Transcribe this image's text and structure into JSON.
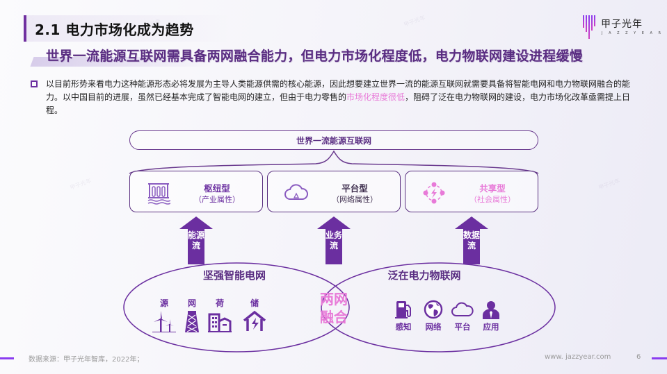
{
  "header": {
    "section_title": "2.1 电力市场化成为趋势",
    "subtitle": "世界一流能源互联网需具备两网融合能力，但电力市场化程度低，电力物联网建设进程缓慢"
  },
  "logo": {
    "name": "甲子光年",
    "sub": "J A Z Z Y E A R"
  },
  "paragraph": {
    "before": "以目前形势来看电力这种能源形态必将发展为主导人类能源供需的核心能源，因此想要建立世界一流的能源互联网就需要具备将智能电网和电力物联网融合的能力。以中国目前的进展，虽然已经基本完成了智能电网的建立，但由于电力零售的",
    "highlight": "市场化程度很低",
    "after": "，阻碍了泛在电力物联网的建设，电力市场化改革亟需提上日程。"
  },
  "diagram": {
    "top_label": "世界一流能源互联网",
    "cards": [
      {
        "title": "枢纽型",
        "sub": "（产业属性）",
        "icon": "dam-icon"
      },
      {
        "title": "平台型",
        "sub": "（网络属性）",
        "icon": "cloud-recycle-icon"
      },
      {
        "title": "共享型",
        "sub": "（社会属性）",
        "icon": "share-network-icon"
      }
    ],
    "arrows": [
      {
        "label": "能源流"
      },
      {
        "label": "业务流"
      },
      {
        "label": "数据流"
      }
    ],
    "left_circle": {
      "title": "坚强智能电网",
      "items": [
        {
          "label": "源",
          "icon": "wind-turbine-icon"
        },
        {
          "label": "网",
          "icon": "transmission-tower-icon"
        },
        {
          "label": "荷",
          "icon": "building-icon"
        },
        {
          "label": "储",
          "icon": "house-lightning-icon"
        }
      ]
    },
    "merge_label_1": "两网",
    "merge_label_2": "融合",
    "right_circle": {
      "title": "泛在电力物联网",
      "items": [
        {
          "label": "感知",
          "icon": "fuel-pump-icon"
        },
        {
          "label": "网络",
          "icon": "globe-icon"
        },
        {
          "label": "平台",
          "icon": "cloud-icon"
        },
        {
          "label": "应用",
          "icon": "user-icon"
        }
      ]
    }
  },
  "footer": {
    "source": "数据来源：甲子光年智库，2022年；",
    "url": "www. jazzyear.com",
    "page": "6"
  },
  "colors": {
    "primary_purple": "#6b2fa0",
    "dark_purple": "#5a2d82",
    "pink_accent": "#e87ad8",
    "accent_violet": "#8a3cf0"
  }
}
